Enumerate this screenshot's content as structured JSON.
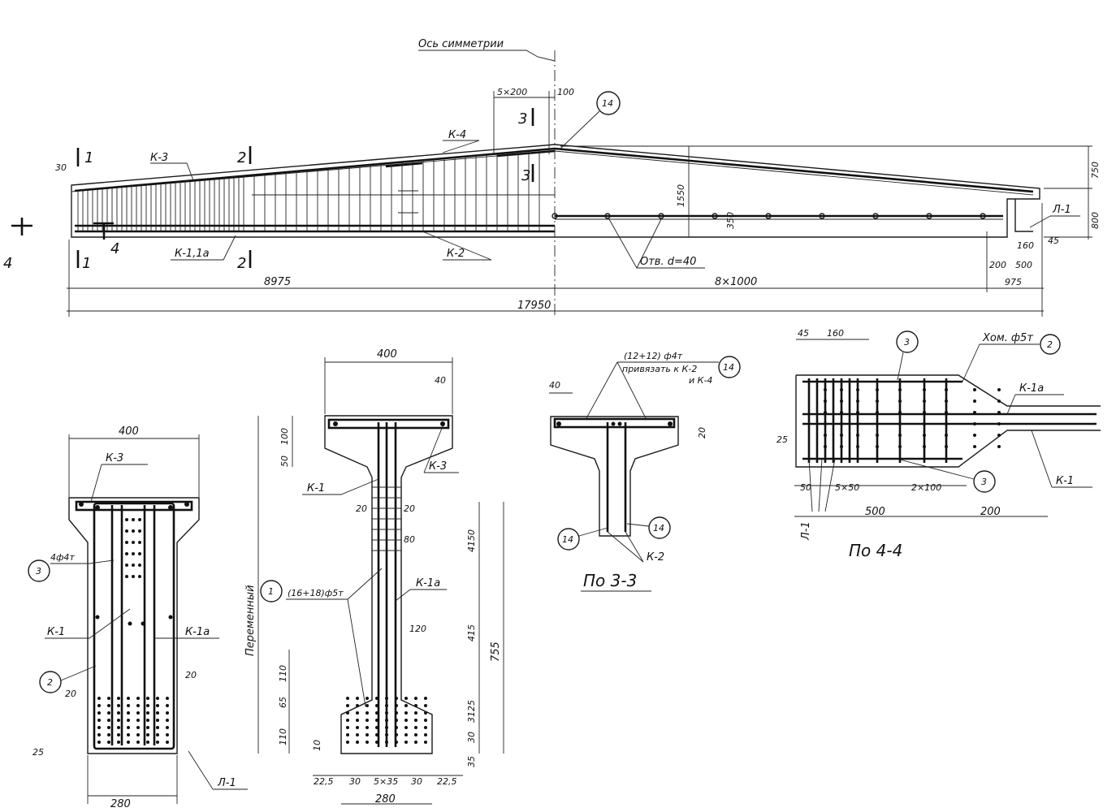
{
  "elevation": {
    "axis_label": "Ось симметрии",
    "top_dims": [
      "5×200",
      "100"
    ],
    "cut_marks": [
      "1",
      "1",
      "2",
      "2",
      "3",
      "3",
      "4",
      "4"
    ],
    "frame_labels": [
      "К-3",
      "К-4",
      "К-1,1а",
      "К-2"
    ],
    "callout_14": "14",
    "height_dims": [
      "1550",
      "750",
      "800",
      "350",
      "30"
    ],
    "end_labels": [
      "Л-1",
      "160",
      "45",
      "200",
      "500"
    ],
    "hole_label": "Отв. d=40",
    "bottom_dims": [
      "8975",
      "8×1000",
      "975",
      "17950"
    ]
  },
  "section_1_1": {
    "dims": [
      "400",
      "280",
      "25",
      "20",
      "20"
    ],
    "labels": [
      "К-3",
      "4ф4т",
      "К-1",
      "К-1а",
      "Л-1"
    ],
    "callouts": [
      "3",
      "2"
    ]
  },
  "section_2_2": {
    "dims": [
      "400",
      "40",
      "100",
      "50",
      "20",
      "20",
      "80",
      "4150",
      "415",
      "755",
      "120",
      "110",
      "65",
      "110",
      "10",
      "3125",
      "30",
      "35",
      "22,5",
      "30",
      "5×35",
      "30",
      "22,5",
      "280"
    ],
    "labels": [
      "К-3",
      "К-1",
      "(16+18)ф5т",
      "К-1а",
      "Переменный"
    ],
    "callouts": [
      "1"
    ]
  },
  "section_3_3": {
    "title": "По 3-3",
    "dims": [
      "40",
      "20"
    ],
    "note": [
      "(12+12) ф4т",
      "привязать к К-2",
      "и К-4"
    ],
    "labels": [
      "К-2"
    ],
    "callouts": [
      "14",
      "14",
      "14"
    ]
  },
  "section_4_4": {
    "title": "По 4-4",
    "dims": [
      "45",
      "160",
      "25",
      "50",
      "5×50",
      "2×100",
      "500",
      "200"
    ],
    "labels": [
      "Хом. ф5т",
      "К-1а",
      "К-1",
      "Л-1"
    ],
    "callouts": [
      "3",
      "2",
      "3"
    ]
  }
}
